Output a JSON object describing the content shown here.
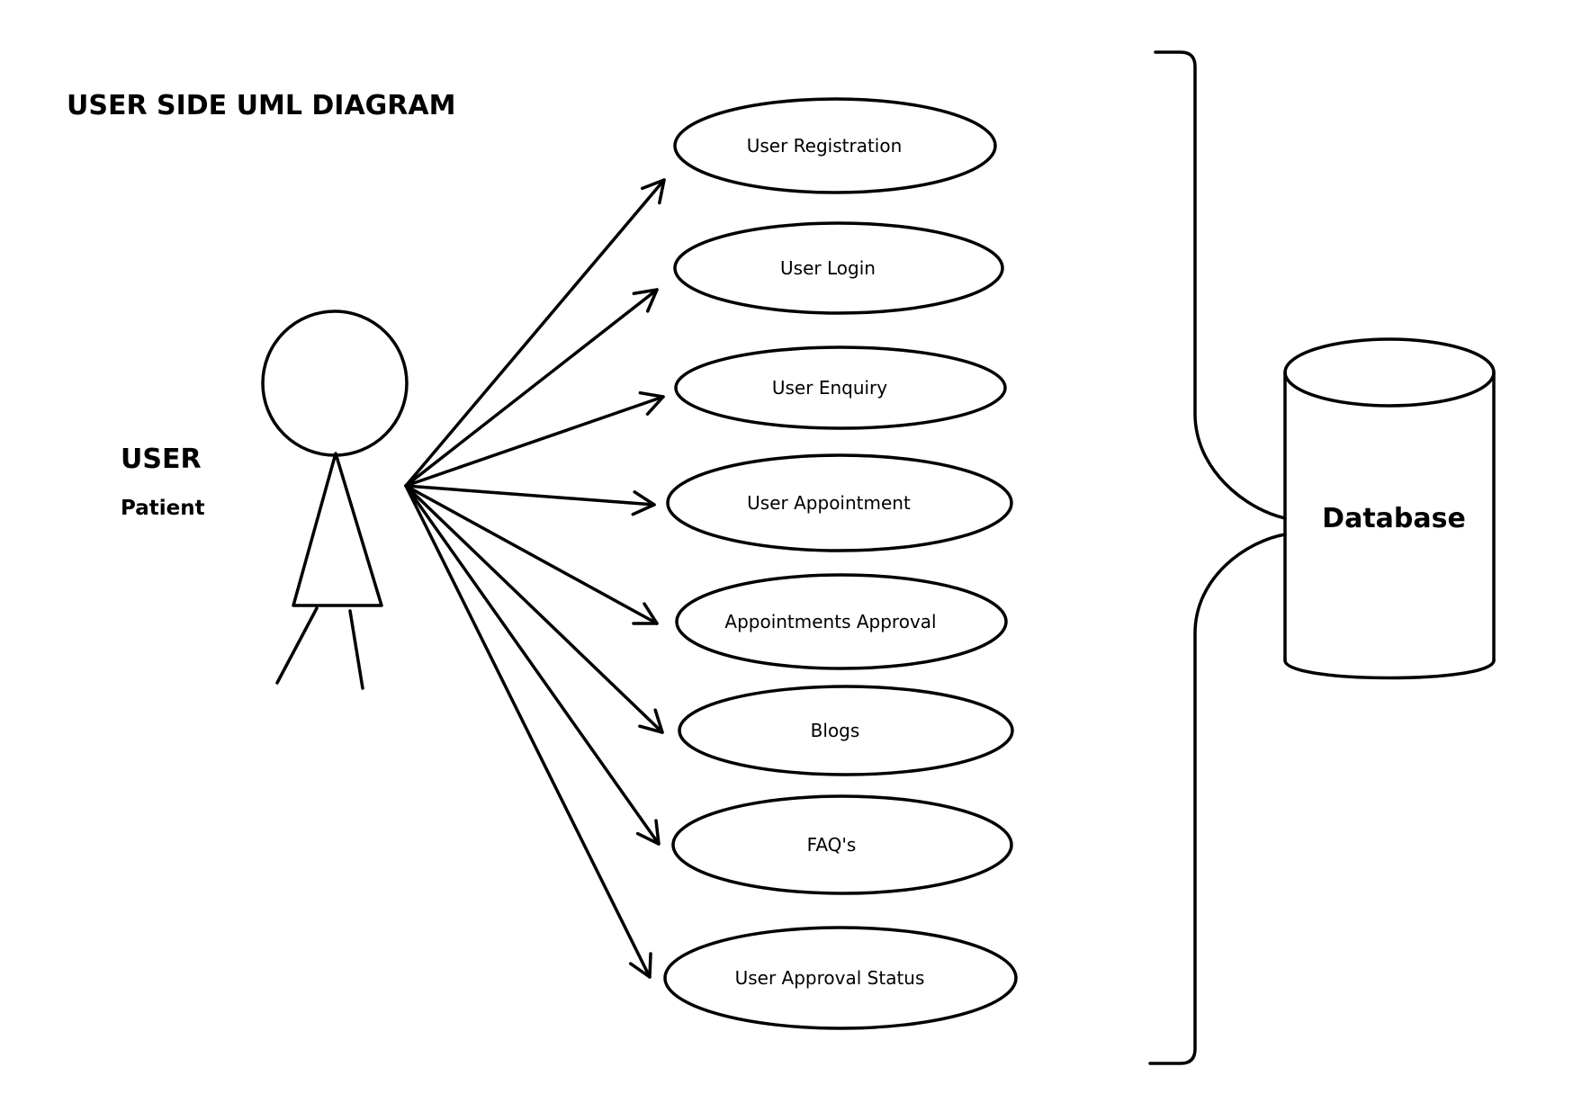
{
  "title": "USER SIDE UML DIAGRAM",
  "actor": {
    "name": "USER",
    "role": "Patient"
  },
  "use_cases": [
    {
      "label": "User Registration"
    },
    {
      "label": "User Login"
    },
    {
      "label": "User Enquiry"
    },
    {
      "label": "User Appointment"
    },
    {
      "label": "Appointments Approval"
    },
    {
      "label": "Blogs"
    },
    {
      "label": "FAQ's"
    },
    {
      "label": "User Approval Status"
    }
  ],
  "database": {
    "label": "Database"
  }
}
